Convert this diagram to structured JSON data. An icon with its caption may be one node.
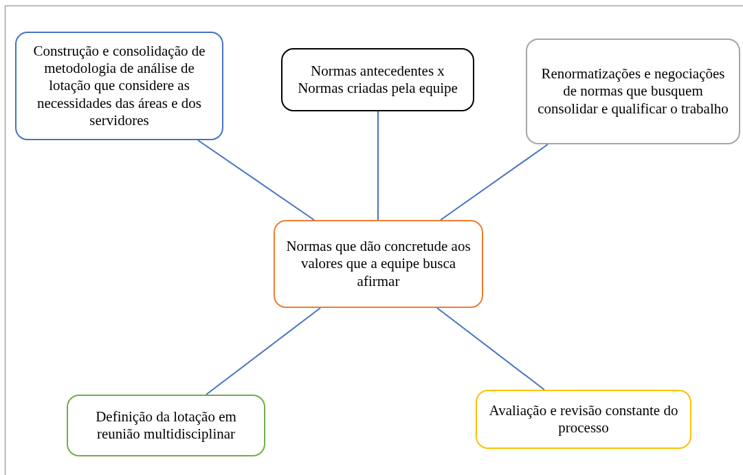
{
  "diagram": {
    "nodes": [
      {
        "text": [
          "Normas que dão concretude aos valores que a equipe busca afirmar"
        ]
      },
      {
        "text": [
          "Construção e consolidação de metodologia de análise de lotação que considere as necessidades das áreas e dos servidores"
        ]
      },
      {
        "text": [
          "Normas antecedentes x Normas criadas pela equipe"
        ]
      },
      {
        "text": [
          "Renormatizações e negociações de normas que busquem consolidar e qualificar o trabalho"
        ]
      },
      {
        "text": [
          "Definição da lotação em reunião multidisciplinar"
        ]
      },
      {
        "text": [
          "Avaliação e revisão constante do processo"
        ]
      }
    ],
    "edges": [
      {
        "from": 1,
        "to": 0,
        "arrow": "none"
      },
      {
        "from": 2,
        "to": 0,
        "arrow": "none"
      },
      {
        "from": 3,
        "to": 0,
        "arrow": "none"
      },
      {
        "from": 0,
        "to": 4,
        "arrow": "none"
      },
      {
        "from": 0,
        "to": 5,
        "arrow": "none"
      }
    ]
  }
}
